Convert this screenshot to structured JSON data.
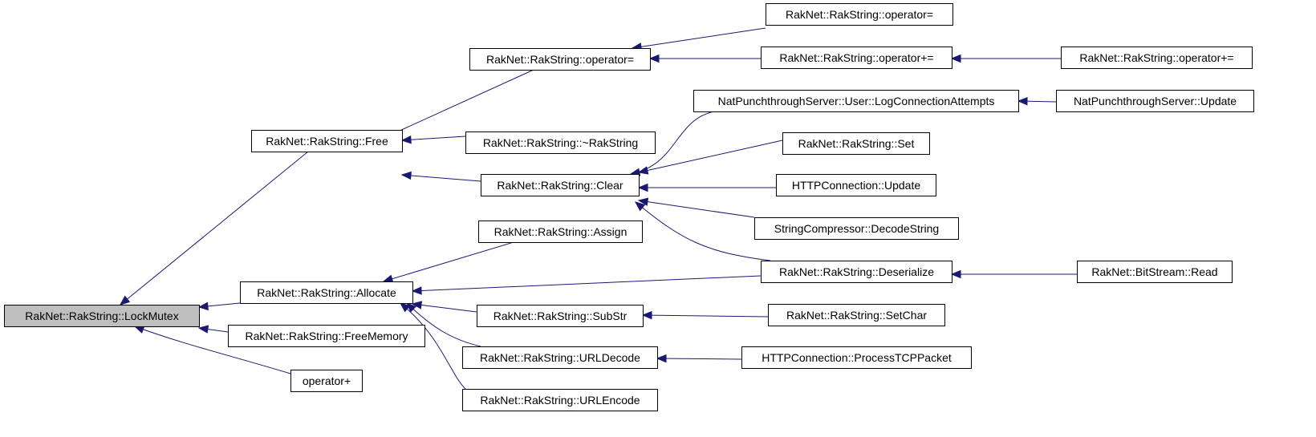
{
  "nodes": [
    {
      "id": "lockmutex",
      "label": "RakNet::RakString::LockMutex",
      "highlight": true
    },
    {
      "id": "free",
      "label": "RakNet::RakString::Free"
    },
    {
      "id": "allocate",
      "label": "RakNet::RakString::Allocate"
    },
    {
      "id": "freememory",
      "label": "RakNet::RakString::FreeMemory"
    },
    {
      "id": "opplus",
      "label": "operator+"
    },
    {
      "id": "opassign",
      "label": "RakNet::RakString::operator="
    },
    {
      "id": "dtor",
      "label": "RakNet::RakString::~RakString"
    },
    {
      "id": "clear",
      "label": "RakNet::RakString::Clear"
    },
    {
      "id": "assign",
      "label": "RakNet::RakString::Assign"
    },
    {
      "id": "substr",
      "label": "RakNet::RakString::SubStr"
    },
    {
      "id": "urldecode",
      "label": "RakNet::RakString::URLDecode"
    },
    {
      "id": "urlencode",
      "label": "RakNet::RakString::URLEncode"
    },
    {
      "id": "opassign2",
      "label": "RakNet::RakString::operator="
    },
    {
      "id": "opplusassign",
      "label": "RakNet::RakString::operator+="
    },
    {
      "id": "logconn",
      "label": "NatPunchthroughServer::User::LogConnectionAttempts"
    },
    {
      "id": "set",
      "label": "RakNet::RakString::Set"
    },
    {
      "id": "httpupdate",
      "label": "HTTPConnection::Update"
    },
    {
      "id": "decodestring",
      "label": "StringCompressor::DecodeString"
    },
    {
      "id": "deserialize",
      "label": "RakNet::RakString::Deserialize"
    },
    {
      "id": "setchar",
      "label": "RakNet::RakString::SetChar"
    },
    {
      "id": "processtcp",
      "label": "HTTPConnection::ProcessTCPPacket"
    },
    {
      "id": "opplusassign2",
      "label": "RakNet::RakString::operator+="
    },
    {
      "id": "natupdate",
      "label": "NatPunchthroughServer::Update"
    },
    {
      "id": "bsread",
      "label": "RakNet::BitStream::Read"
    }
  ],
  "edges": [
    {
      "from": "free",
      "to": "lockmutex"
    },
    {
      "from": "allocate",
      "to": "lockmutex"
    },
    {
      "from": "freememory",
      "to": "lockmutex"
    },
    {
      "from": "opplus",
      "to": "lockmutex"
    },
    {
      "from": "opassign",
      "to": "free"
    },
    {
      "from": "dtor",
      "to": "free"
    },
    {
      "from": "clear",
      "to": "free"
    },
    {
      "from": "assign",
      "to": "allocate"
    },
    {
      "from": "substr",
      "to": "allocate"
    },
    {
      "from": "urldecode",
      "to": "allocate"
    },
    {
      "from": "urlencode",
      "to": "allocate"
    },
    {
      "from": "deserialize",
      "to": "allocate"
    },
    {
      "from": "opassign2",
      "to": "opassign"
    },
    {
      "from": "opplusassign",
      "to": "opassign"
    },
    {
      "from": "logconn",
      "to": "clear"
    },
    {
      "from": "set",
      "to": "clear"
    },
    {
      "from": "httpupdate",
      "to": "clear"
    },
    {
      "from": "decodestring",
      "to": "clear"
    },
    {
      "from": "deserialize",
      "to": "clear"
    },
    {
      "from": "setchar",
      "to": "substr"
    },
    {
      "from": "processtcp",
      "to": "urldecode"
    },
    {
      "from": "opplusassign2",
      "to": "opplusassign"
    },
    {
      "from": "natupdate",
      "to": "logconn"
    },
    {
      "from": "bsread",
      "to": "deserialize"
    }
  ],
  "colors": {
    "edge": "#191970",
    "highlight_fill": "#bfbfbf",
    "border": "#000000"
  }
}
